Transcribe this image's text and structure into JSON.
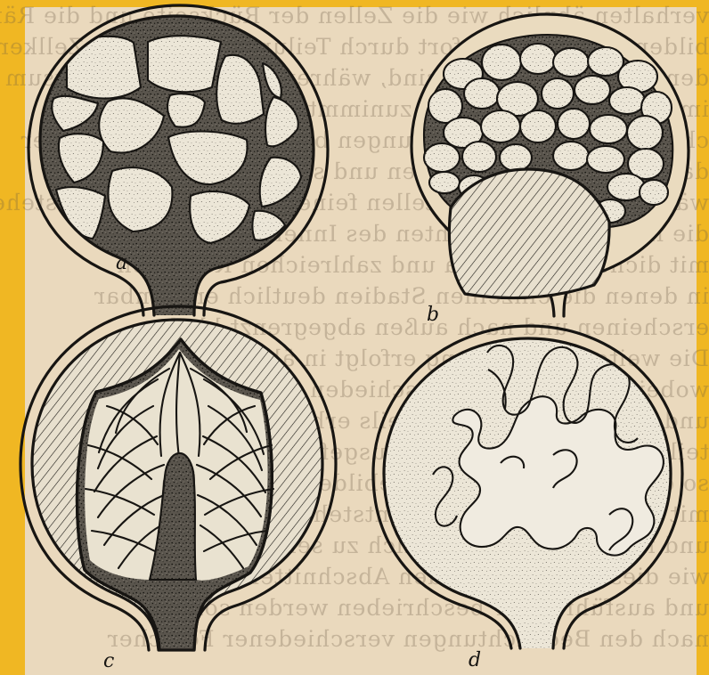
{
  "labels": {
    "panel_a": "a",
    "panel_b": "b",
    "panel_c": "c",
    "panel_d": "d"
  },
  "colors": {
    "paper": "#ead9bd",
    "ink": "#171512",
    "frame": "#f0b723"
  }
}
